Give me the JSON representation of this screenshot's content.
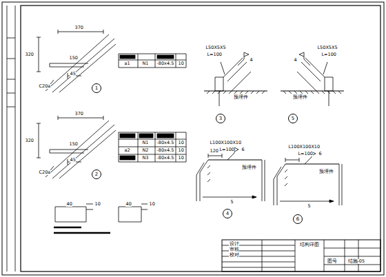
{
  "diagram": {
    "nodes": [
      {
        "text": [
          "1"
        ]
      },
      {
        "text": [
          "3"
        ]
      },
      {
        "text": [
          "5"
        ]
      },
      {
        "text": [
          "2"
        ]
      },
      {
        "text": [
          "4"
        ]
      },
      {
        "text": [
          "6"
        ]
      }
    ],
    "labels": [
      "370",
      "320",
      "150",
      "45",
      "C20a",
      "a1",
      "N1",
      "-80x4.5",
      "10",
      "370",
      "320",
      "150",
      "45",
      "C20a",
      "N1",
      "-80x4.5",
      "10",
      "a2",
      "N2",
      "-80x4.5",
      "10",
      "N3",
      "-80x4.5",
      "10",
      "L50X5X5",
      "L=100",
      "4",
      "预埋件",
      "L50X5X5",
      "L=100",
      "4",
      "预埋件",
      "L100X100X10",
      "L=100",
      "120",
      "5",
      "6",
      "预埋件",
      "L100X100X10",
      "L=100",
      "5",
      "6",
      "预埋件",
      "40",
      "10",
      "40",
      "10",
      "结构详图",
      "设计",
      "审核",
      "校对",
      "图号",
      "结施-05"
    ]
  }
}
